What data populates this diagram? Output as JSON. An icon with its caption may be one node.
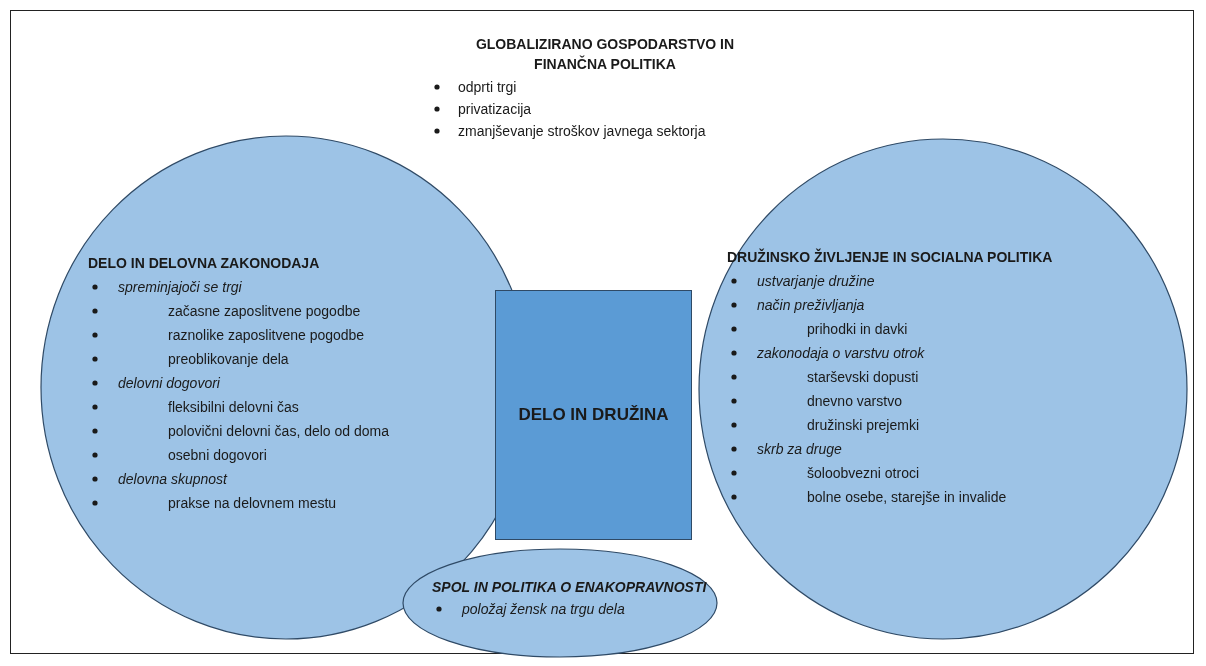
{
  "diagram": {
    "nodes": [
      {
        "text": [
          "DELO IN DELOVNA ZAKONODAJA",
          "spreminjajoči se trgi",
          "začasne zaposlitvene pogodbe",
          "raznolike zaposlitvene pogodbe",
          "preoblikovanje dela",
          "delovni dogovori",
          "fleksibilni delovni čas",
          "polovični delovni čas, delo od doma",
          "osebni dogovori",
          "delovna skupnost",
          "prakse na delovnem mestu"
        ]
      },
      {
        "text": [
          "DRUŽINSKO ŽIVLJENJE IN SOCIALNA POLITIKA",
          "ustvarjanje družine",
          "način preživljanja",
          "prihodki in davki",
          "zakonodaja o varstvu otrok",
          "starševski dopusti",
          "dnevno varstvo",
          "družinski prejemki",
          "skrb za druge",
          "šoloobvezni otroci",
          "bolne osebe, starejše in invalide"
        ]
      },
      {
        "text": [
          "DELO IN DRUŽINA"
        ]
      },
      {
        "text": [
          "SPOL IN POLITIKA O ENAKOPRAVNOSTI",
          "položaj žensk na trgu dela"
        ]
      }
    ],
    "labels": [
      "GLOBALIZIRANO GOSPODARSTVO IN FINANČNA POLITIKA",
      "odprti trgi",
      "privatizacija",
      "zmanjševanje stroškov javnega sektorja"
    ]
  }
}
